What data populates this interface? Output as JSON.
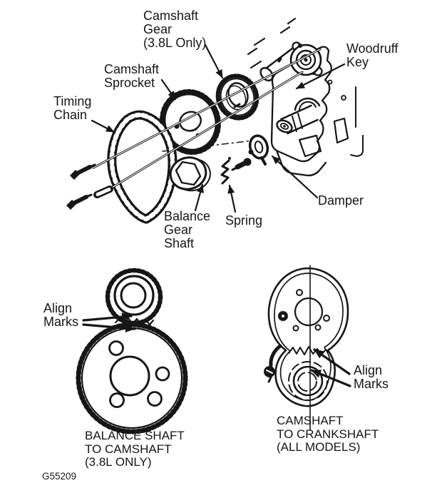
{
  "colors": {
    "ink": "#161616",
    "paper": "#ffffff"
  },
  "main_diagram": {
    "labels": {
      "camshaft_gear": "Camshaft\nGear\n(3.8L Only)",
      "camshaft_sprocket": "Camshaft\nSprocket",
      "timing_chain": "Timing\nChain",
      "woodruff_key": "Woodruff\nKey",
      "damper": "Damper",
      "spring": "Spring",
      "balance_gear_shaft": "Balance\nGear\nShaft"
    }
  },
  "balance_shaft_diagram": {
    "align_marks_label": "Align\nMarks",
    "caption": "BALANCE SHAFT\nTO CAMSHAFT\n(3.8L ONLY)"
  },
  "crankshaft_diagram": {
    "align_marks_label": "Align\nMarks",
    "caption": "CAMSHAFT\nTO CRANKSHAFT\n(ALL MODELS)"
  },
  "figure_code": "G55209"
}
